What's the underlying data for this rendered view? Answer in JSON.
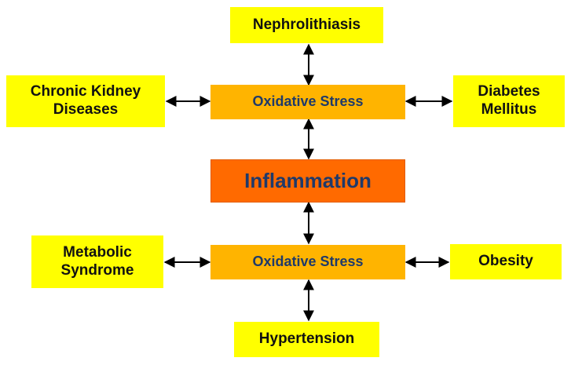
{
  "diagram": {
    "center": {
      "label": "Inflammation"
    },
    "upper_stress": {
      "label": "Oxidative Stress"
    },
    "lower_stress": {
      "label": "Oxidative Stress"
    },
    "nodes": {
      "nephrolithiasis": "Nephrolithiasis",
      "chronic_kidney": "Chronic Kidney\nDiseases",
      "diabetes": "Diabetes\nMellitus",
      "metabolic": "Metabolic\nSyndrome",
      "obesity": "Obesity",
      "hypertension": "Hypertension"
    },
    "colors": {
      "disease_box": "#ffff00",
      "stress_box": "#ffb400",
      "inflammation_box": "#ff6a00",
      "stress_text": "#1f3a6a",
      "disease_text": "#111111",
      "arrow": "#000000"
    }
  }
}
